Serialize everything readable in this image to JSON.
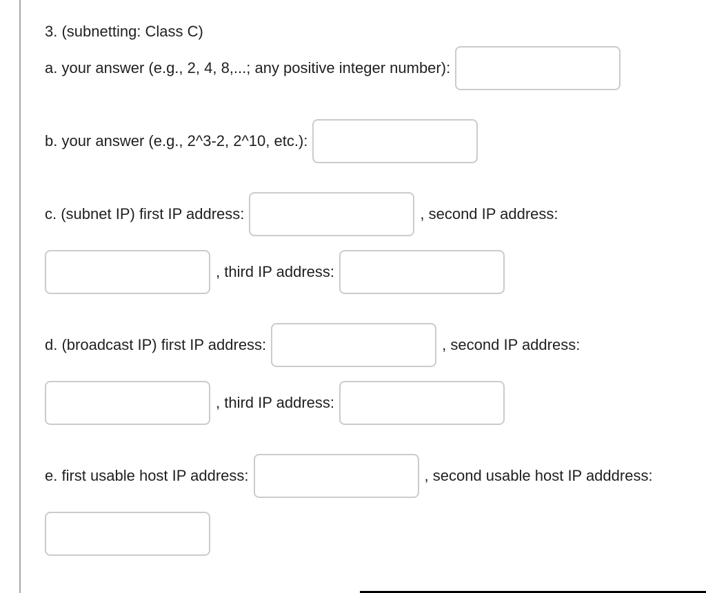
{
  "page": {
    "title": "3. (subnetting: Class C)"
  },
  "colors": {
    "text": "#1f1f1f",
    "input_border": "#cbcbcb",
    "left_rule": "#a9a9a9",
    "bottom_bar": "#000000",
    "background": "#ffffff"
  },
  "questions": {
    "a": {
      "label": "a. your answer (e.g., 2, 4, 8,...; any positive integer number):",
      "input": {
        "value": "",
        "placeholder": ""
      }
    },
    "b": {
      "label": "b. your answer (e.g., 2^3-2, 2^10, etc.):",
      "input": {
        "value": "",
        "placeholder": ""
      }
    },
    "c": {
      "label_first": "c. (subnet IP) first IP address:",
      "label_second": ", second IP address:",
      "label_third": ", third IP address:",
      "input_first": {
        "value": "",
        "placeholder": ""
      },
      "input_second": {
        "value": "",
        "placeholder": ""
      },
      "input_third": {
        "value": "",
        "placeholder": ""
      }
    },
    "d": {
      "label_first": "d. (broadcast IP) first IP address:",
      "label_second": ", second IP address:",
      "label_third": ", third IP address:",
      "input_first": {
        "value": "",
        "placeholder": ""
      },
      "input_second": {
        "value": "",
        "placeholder": ""
      },
      "input_third": {
        "value": "",
        "placeholder": ""
      }
    },
    "e": {
      "label_first": "e. first usable host IP address:",
      "label_second": ", second usable host IP adddress:",
      "input_first": {
        "value": "",
        "placeholder": ""
      },
      "input_second": {
        "value": "",
        "placeholder": ""
      }
    }
  }
}
